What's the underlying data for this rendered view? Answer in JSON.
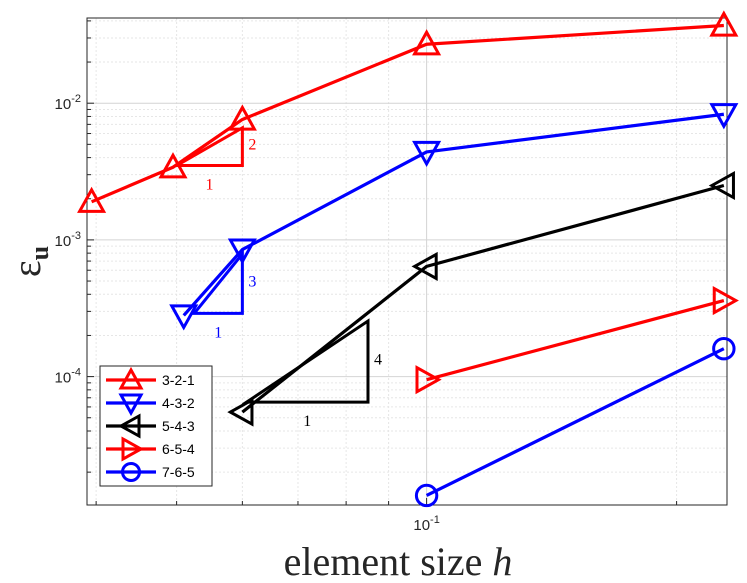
{
  "chart_data": {
    "type": "line",
    "title": "",
    "xlabel": "element size h",
    "ylabel": "ε_u",
    "x_scale": "log",
    "y_scale": "log",
    "xlim": [
      0.039,
      0.23
    ],
    "ylim": [
      1.15e-05,
      0.042
    ],
    "grid": true,
    "legend_position": "bottom-left",
    "x_tick_labels": [
      {
        "value": 0.1,
        "base": "10",
        "exp": "-1"
      }
    ],
    "y_tick_labels": [
      {
        "value": 0.01,
        "base": "10",
        "exp": "-2"
      },
      {
        "value": 0.001,
        "base": "10",
        "exp": "-3"
      },
      {
        "value": 0.0001,
        "base": "10",
        "exp": "-4"
      }
    ],
    "series": [
      {
        "name": "3-2-1",
        "color": "#ff0000",
        "marker": "triangle-up",
        "x": [
          0.0395,
          0.0495,
          0.06,
          0.1,
          0.228
        ],
        "y": [
          0.0019,
          0.0034,
          0.0076,
          0.027,
          0.037
        ]
      },
      {
        "name": "4-3-2",
        "color": "#0000ff",
        "marker": "triangle-down",
        "x": [
          0.051,
          0.06,
          0.1,
          0.228
        ],
        "y": [
          0.00028,
          0.00085,
          0.0044,
          0.0083
        ]
      },
      {
        "name": "5-4-3",
        "color": "#000000",
        "marker": "triangle-left",
        "x": [
          0.06,
          0.1,
          0.228
        ],
        "y": [
          5.5e-05,
          0.00064,
          0.0025
        ]
      },
      {
        "name": "6-5-4",
        "color": "#ff0000",
        "marker": "triangle-right",
        "x": [
          0.1,
          0.228
        ],
        "y": [
          9.5e-05,
          0.00036
        ]
      },
      {
        "name": "7-6-5",
        "color": "#0000ff",
        "marker": "circle",
        "x": [
          0.1,
          0.228
        ],
        "y": [
          1.35e-05,
          0.00016
        ]
      }
    ],
    "slope_triangles": [
      {
        "color": "#ff0000",
        "run_label": "1",
        "rise_label": "2",
        "x": [
          0.05,
          0.06
        ],
        "y": [
          0.0035,
          0.0066
        ]
      },
      {
        "color": "#0000ff",
        "run_label": "1",
        "rise_label": "3",
        "x": [
          0.0525,
          0.06
        ],
        "y": [
          0.00029,
          0.00079
        ]
      },
      {
        "color": "#000000",
        "run_label": "1",
        "rise_label": "4",
        "x": [
          0.0607,
          0.085
        ],
        "y": [
          6.5e-05,
          0.000255
        ]
      }
    ]
  }
}
